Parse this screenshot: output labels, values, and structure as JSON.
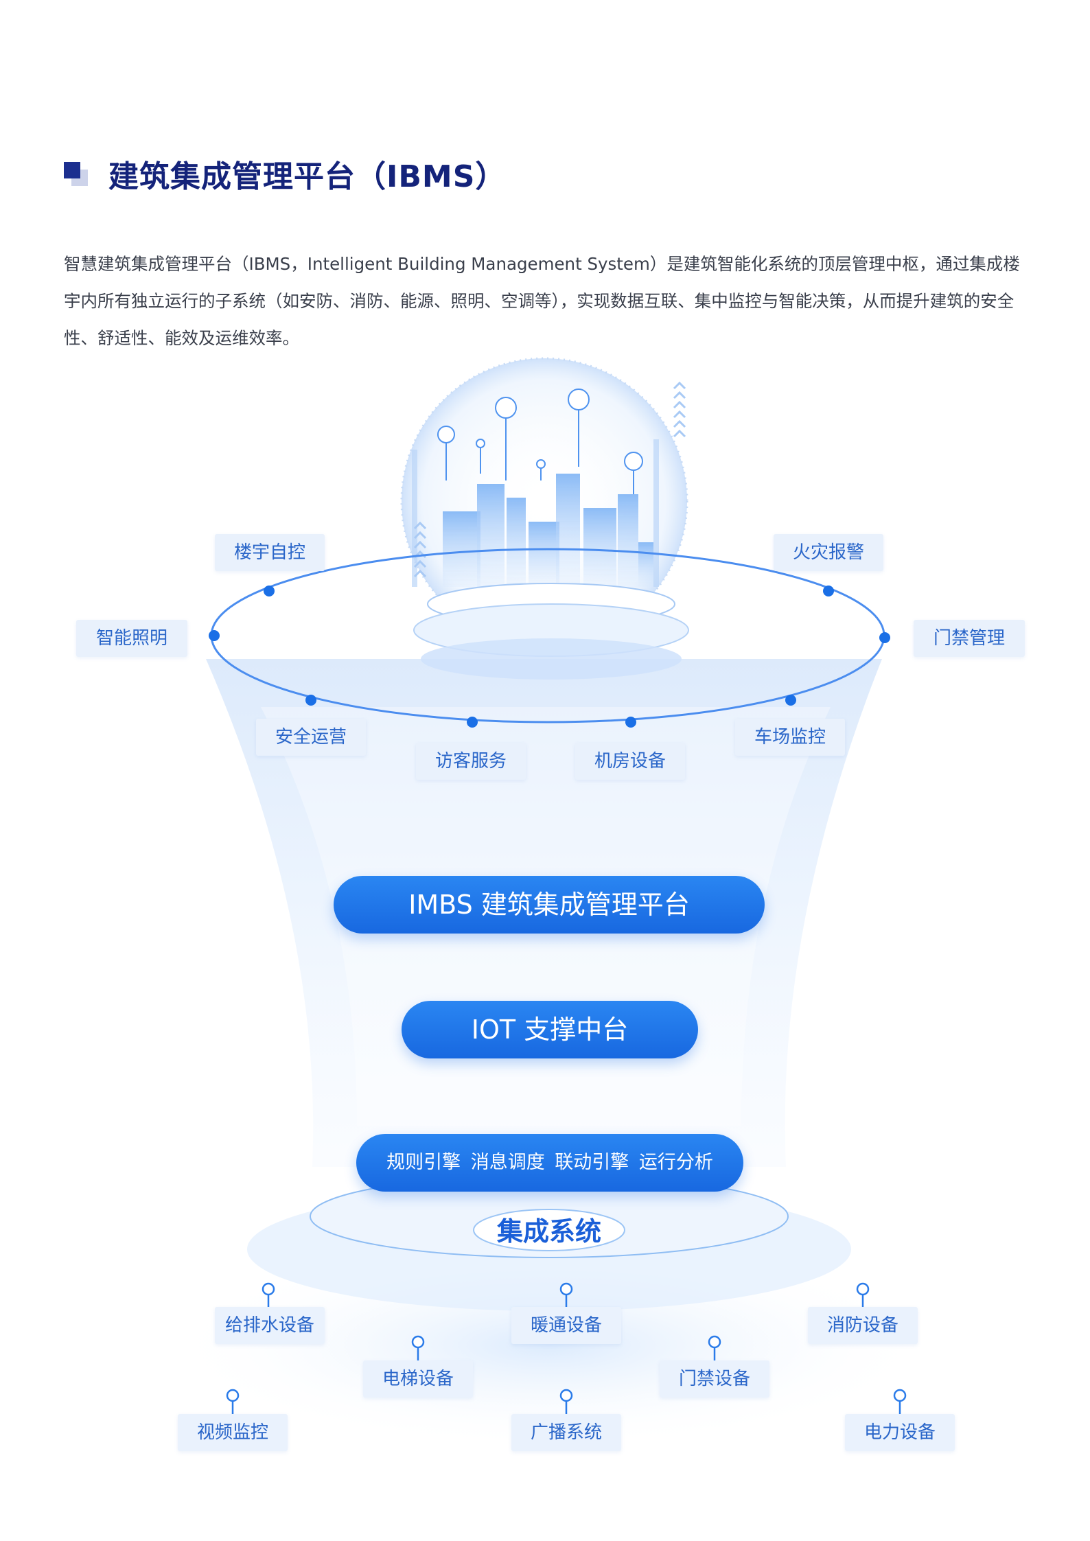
{
  "header": {
    "title": "建筑集成管理平台（IBMS）",
    "intro": "智慧建筑集成管理平台（IBMS，Intelligent Building Management System）是建筑智能化系统的顶层管理中枢，通过集成楼宇内所有独立运行的子系统（如安防、消防、能源、照明、空调等），实现数据互联、集中监控与智能决策，从而提升建筑的安全性、舒适性、能效及运维效率。"
  },
  "ring_labels": {
    "building_control": "楼宇自控",
    "fire_alarm": "火灾报警",
    "smart_lighting": "智能照明",
    "access_mgmt": "门禁管理",
    "security_ops": "安全运营",
    "parking_monitor": "车场监控",
    "visitor_service": "访客服务",
    "server_room": "机房设备"
  },
  "layers": {
    "platform": "IMBS 建筑集成管理平台",
    "iot": "IOT 支撑中台",
    "engines": "规则引擎  消息调度  联动引擎  运行分析",
    "integrated": "集成系统"
  },
  "subsystems": {
    "water": "给排水设备",
    "hvac": "暖通设备",
    "fire_equipment": "消防设备",
    "elevator": "电梯设备",
    "access_equipment": "门禁设备",
    "video": "视频监控",
    "broadcast": "广播系统",
    "power": "电力设备"
  },
  "colors": {
    "accent": "#1a6fe6",
    "title": "#14237a",
    "tag_bg": "#e9f1fc",
    "tag_text": "#2a66c9"
  }
}
